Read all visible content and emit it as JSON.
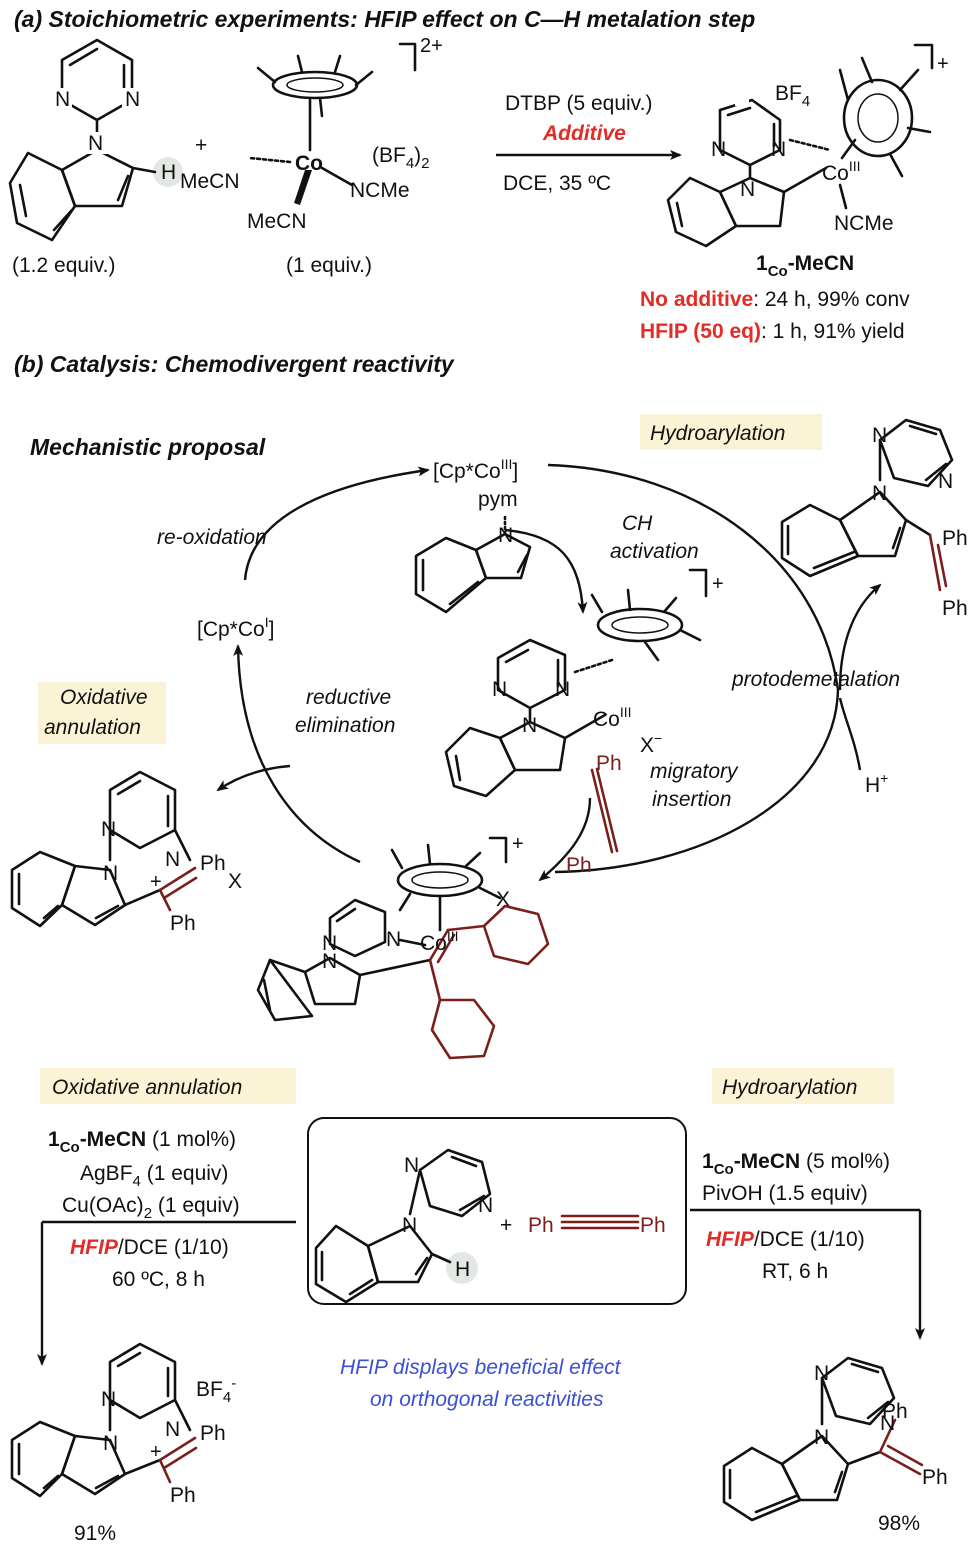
{
  "section_a": {
    "title": "(a) Stoichiometric experiments: HFIP effect on C—H metalation step",
    "indole_equiv": "(1.2 equiv.)",
    "co_equiv": "(1 equiv.)",
    "co_charge": "2+",
    "co_counterion": "(BF",
    "co_counterion_sub": "4",
    "co_counterion_end": ")",
    "co_counterion_sub2": "2",
    "mecn_left": "MeCN",
    "mecn_bottom": "MeCN",
    "ncme_right": "NCMe",
    "co_label": "Co",
    "arrow_top": "DTBP (5 equiv.)",
    "arrow_additive": "Additive",
    "arrow_bottom": "DCE, 35 ºC",
    "product_bf4": "BF",
    "product_bf4_sub": "4",
    "product_charge": "+",
    "product_co": "Co",
    "product_co_sup": "III",
    "product_ncme": "NCMe",
    "product_name_main": "1",
    "product_name_sub": "Co",
    "product_name_end": "-MeCN",
    "result1_label": "No additive",
    "result1_value": ": 24 h, 99% conv",
    "result2_label": "HFIP (50 eq)",
    "result2_value": ": 1 h, 91% yield"
  },
  "section_b": {
    "title": "(b) Catalysis: Chemodivergent reactivity",
    "mech_title": "Mechanistic proposal",
    "cp_co3": "[Cp*Co",
    "cp_co3_sup": "III",
    "cp_co3_end": "]",
    "cp_co1": "[Cp*Co",
    "cp_co1_sup": "I",
    "cp_co1_end": "]",
    "reoxidation": "re-oxidation",
    "ch_activation_1": "CH",
    "ch_activation_2": "activation",
    "pym": "pym",
    "hydroarylation_tag": "Hydroarylation",
    "oxidative_tag_1": "Oxidative",
    "oxidative_tag_2": "annulation",
    "reductive_1": "reductive",
    "reductive_2": "elimination",
    "protodemetalation": "protodemetalation",
    "h_plus": "H",
    "migratory_1": "migratory",
    "migratory_2": "insertion",
    "x_minus": "X",
    "x_label": "X",
    "ph": "Ph",
    "plus": "+",
    "co3": "Co",
    "co3_sup": "III"
  },
  "bottom": {
    "ox_tag": "Oxidative annulation",
    "ox_cond1_main": "1",
    "ox_cond1_sub": "Co",
    "ox_cond1_end": "-MeCN",
    "ox_cond1_tail": " (1 mol%)",
    "ox_cond2": "AgBF",
    "ox_cond2_sub": "4",
    "ox_cond2_end": " (1 equiv)",
    "ox_cond3": "Cu(OAc)",
    "ox_cond3_sub": "2",
    "ox_cond3_end": " (1 equiv)",
    "ox_solvent_hfip": "HFIP",
    "ox_solvent_rest": "/DCE (1/10)",
    "ox_temp": "60 ºC, 8 h",
    "ox_yield": "91%",
    "ox_bf4": "BF",
    "ox_bf4_sub": "4",
    "ox_bf4_sup": "-",
    "hy_tag": "Hydroarylation",
    "hy_cond1_main": "1",
    "hy_cond1_sub": "Co",
    "hy_cond1_end": "-MeCN",
    "hy_cond1_tail": " (5 mol%)",
    "hy_cond2": "PivOH (1.5 equiv)",
    "hy_solvent_hfip": "HFIP",
    "hy_solvent_rest": "/DCE (1/10)",
    "hy_temp": "RT, 6 h",
    "hy_yield": "98%",
    "center_plus": "+",
    "center_ph_left": "Ph",
    "center_ph_right": "Ph",
    "center_h": "H",
    "note_1": "HFIP displays beneficial effect",
    "note_2": "on orthogonal reactivities"
  },
  "atoms": {
    "N": "N",
    "H": "H"
  },
  "colors": {
    "red": "#e32b27",
    "blue": "#3a4fd6",
    "brown": "#7a1f1a",
    "tag_bg": "#fbf3d6",
    "highlight": "#e4e8e4"
  }
}
